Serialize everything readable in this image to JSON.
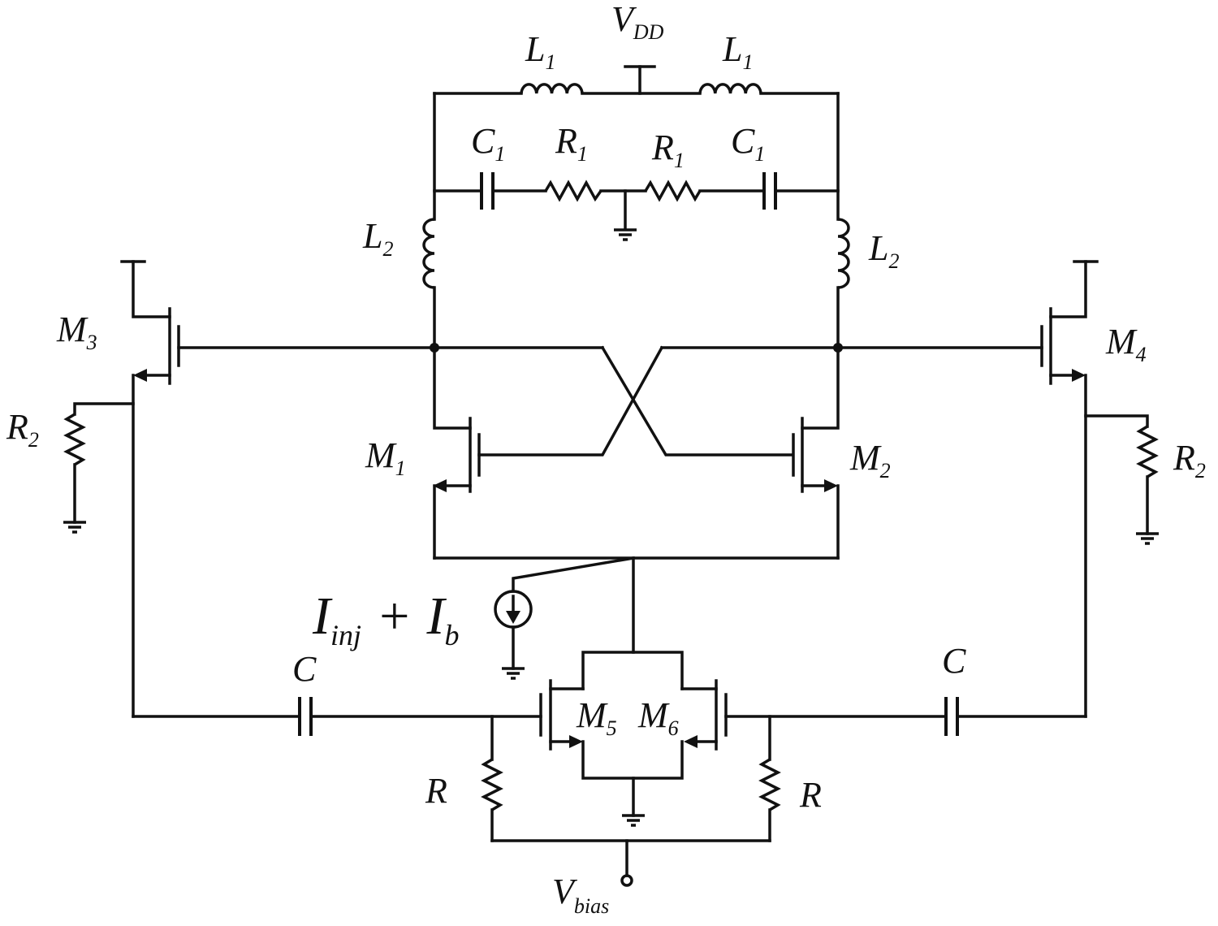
{
  "labels": {
    "vdd": {
      "main": "V",
      "sub": "DD"
    },
    "l1_left": {
      "main": "L",
      "sub": "1"
    },
    "l1_right": {
      "main": "L",
      "sub": "1"
    },
    "c1_left": {
      "main": "C",
      "sub": "1"
    },
    "r1_left": {
      "main": "R",
      "sub": "1"
    },
    "r1_right": {
      "main": "R",
      "sub": "1"
    },
    "c1_right": {
      "main": "C",
      "sub": "1"
    },
    "l2_left": {
      "main": "L",
      "sub": "2"
    },
    "l2_right": {
      "main": "L",
      "sub": "2"
    },
    "m3": {
      "main": "M",
      "sub": "3"
    },
    "m4": {
      "main": "M",
      "sub": "4"
    },
    "r2_left": {
      "main": "R",
      "sub": "2"
    },
    "r2_right": {
      "main": "R",
      "sub": "2"
    },
    "m1": {
      "main": "M",
      "sub": "1"
    },
    "m2": {
      "main": "M",
      "sub": "2"
    },
    "iinj": {
      "main": "I",
      "sub": "inj"
    },
    "plus": "+",
    "ib": {
      "main": "I",
      "sub": "b"
    },
    "c_left": "C",
    "c_right": "C",
    "m5": {
      "main": "M",
      "sub": "5"
    },
    "m6": {
      "main": "M",
      "sub": "6"
    },
    "r_left": "R",
    "r_right": "R",
    "vbias": {
      "main": "V",
      "sub": "bias"
    }
  }
}
